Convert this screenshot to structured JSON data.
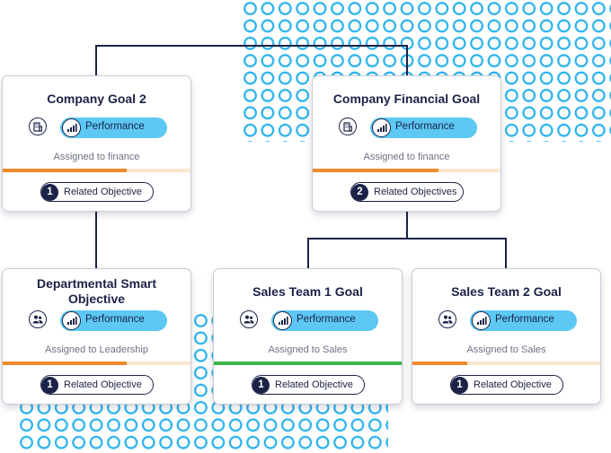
{
  "colors": {
    "navy": "#1b2247",
    "accent_blue": "#5cc8f3",
    "dot_blue": "#2cb3ec",
    "progress_orange": "#f08a2b",
    "progress_green": "#3bb54a",
    "progress_track": "#fde6cf",
    "muted_text": "#6d7285"
  },
  "cards": [
    {
      "id": "company-goal-2",
      "title": "Company Goal 2",
      "owner_icon": "building-icon",
      "performance_label": "Performance",
      "assigned_text": "Assigned to finance",
      "progress_fraction": 0.66,
      "progress_color": "#f08a2b",
      "related_count": "1",
      "related_label": "Related Objective"
    },
    {
      "id": "company-financial-goal",
      "title": "Company Financial Goal",
      "owner_icon": "building-icon",
      "performance_label": "Performance",
      "assigned_text": "Assigned to finance",
      "progress_fraction": 0.67,
      "progress_color": "#f08a2b",
      "related_count": "2",
      "related_label": "Related Objectives"
    },
    {
      "id": "departmental-smart-objective",
      "title": "Departmental Smart Objective",
      "owner_icon": "team-icon",
      "performance_label": "Performance",
      "assigned_text": "Assigned to Leadership",
      "progress_fraction": 0.66,
      "progress_color": "#f08a2b",
      "related_count": "1",
      "related_label": "Related Objective"
    },
    {
      "id": "sales-team-1-goal",
      "title": "Sales Team 1 Goal",
      "owner_icon": "team-icon",
      "performance_label": "Performance",
      "assigned_text": "Assigned to Sales",
      "progress_fraction": 1.0,
      "progress_color": "#3bb54a",
      "related_count": "1",
      "related_label": "Related Objective"
    },
    {
      "id": "sales-team-2-goal",
      "title": "Sales Team 2 Goal",
      "owner_icon": "team-icon",
      "performance_label": "Performance",
      "assigned_text": "Assigned to Sales",
      "progress_fraction": 0.29,
      "progress_color": "#f08a2b",
      "related_count": "1",
      "related_label": "Related Objective"
    }
  ]
}
